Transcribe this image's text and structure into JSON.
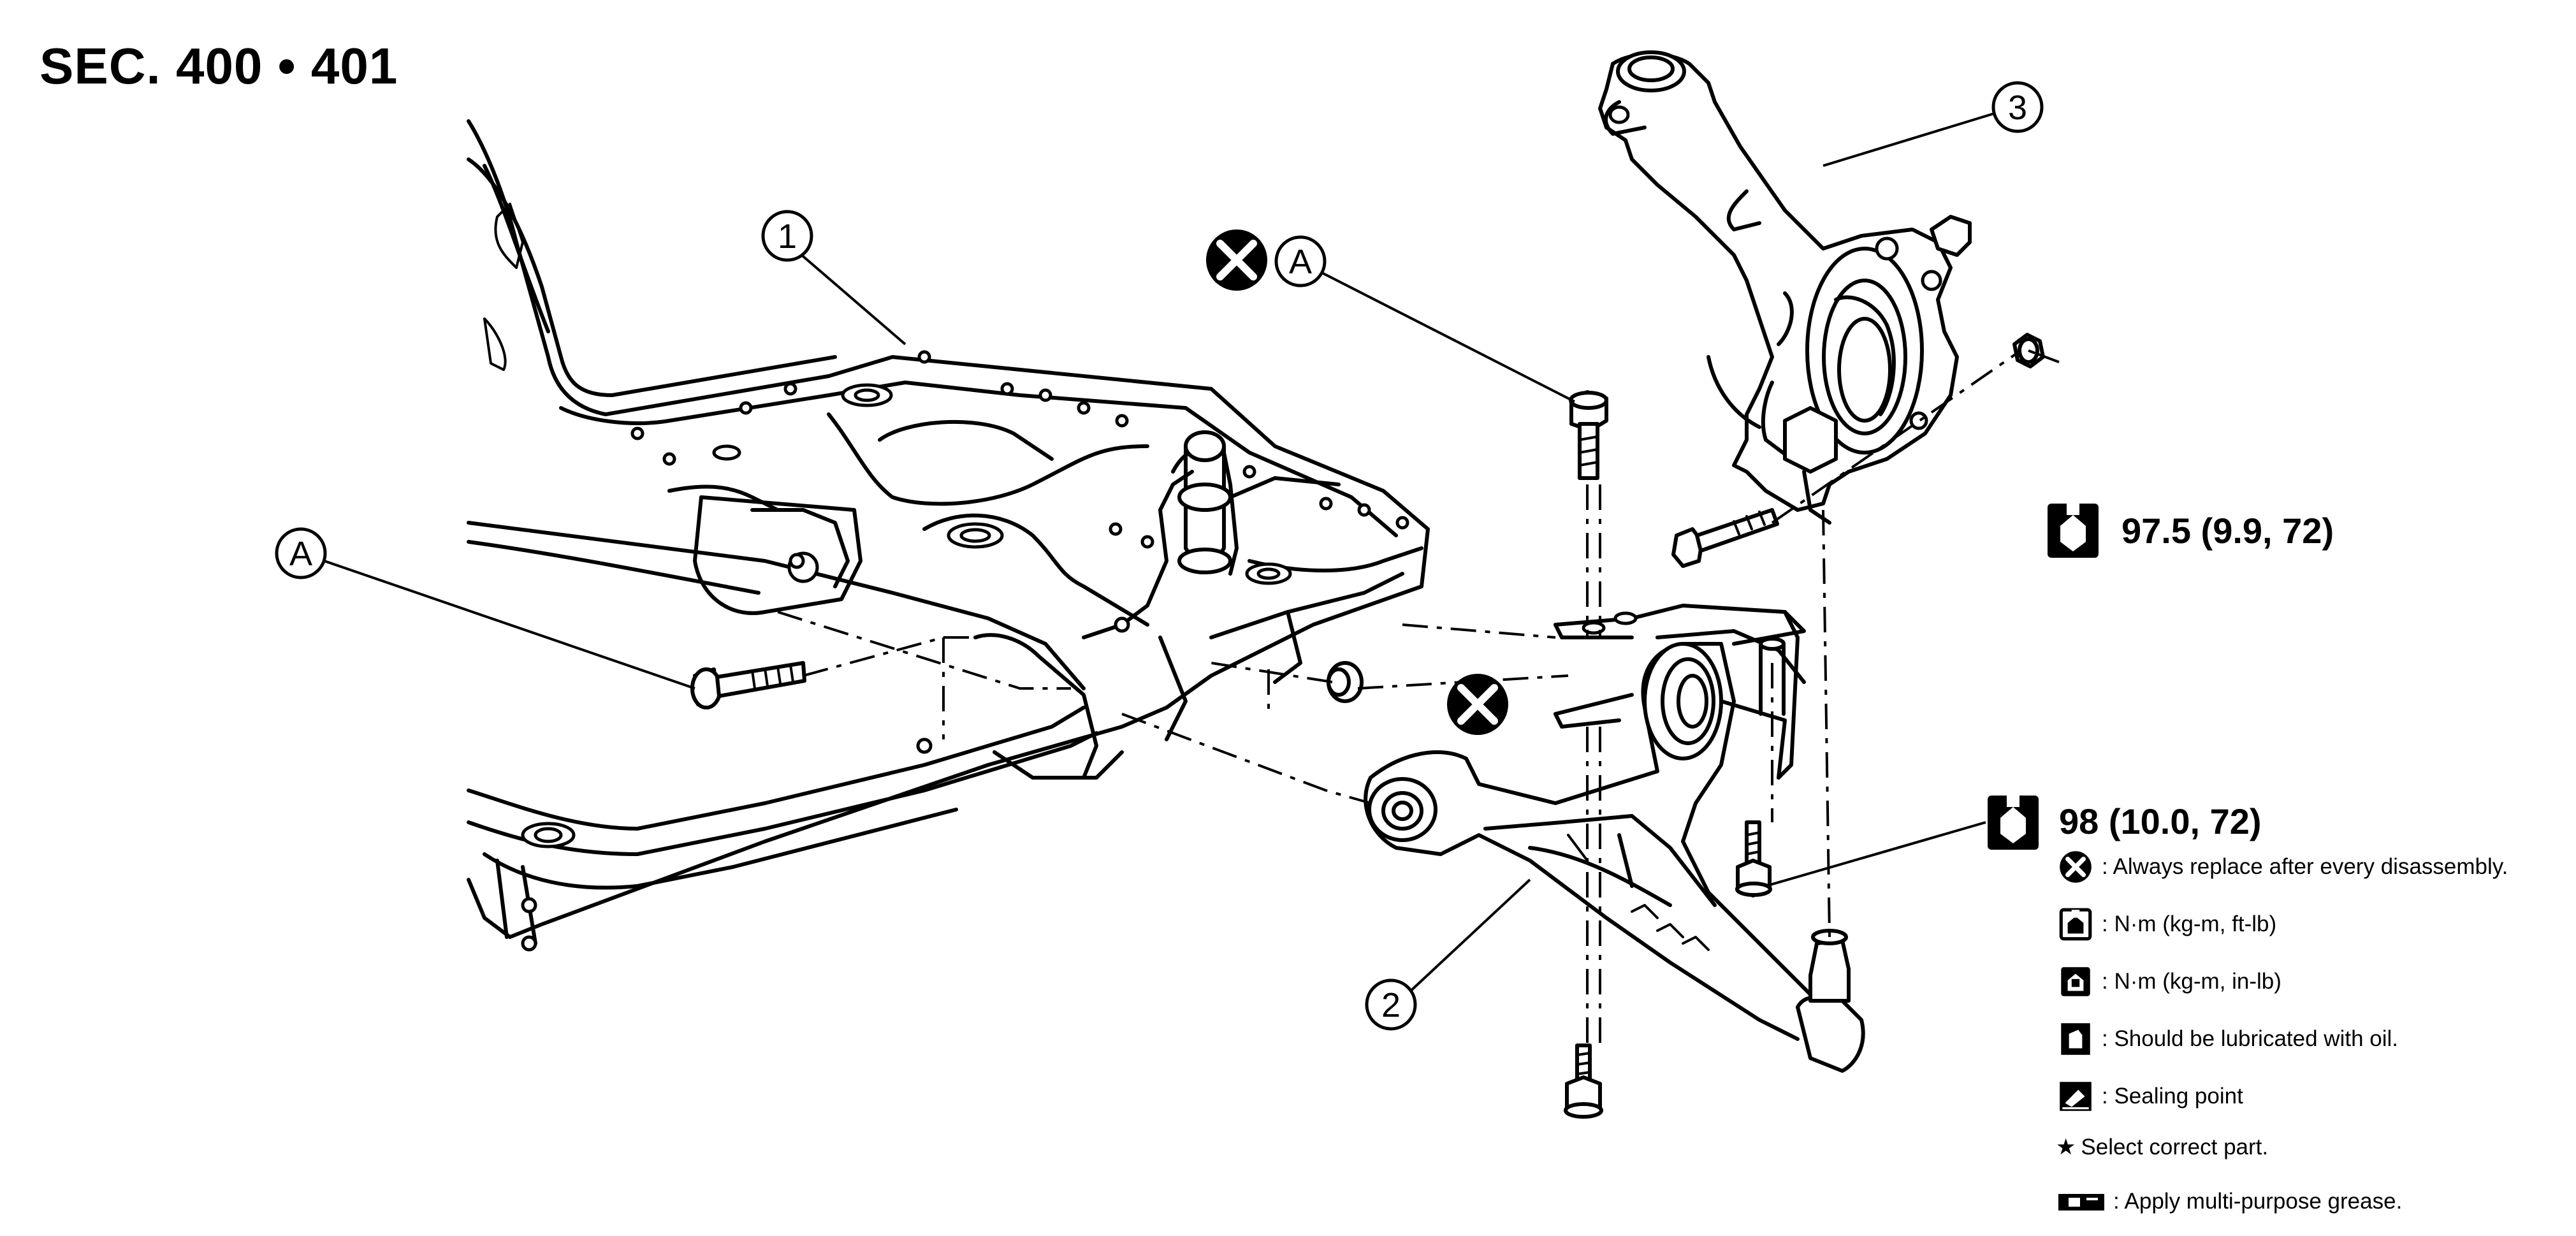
{
  "section_title": "SEC. 400 • 401",
  "callouts": {
    "c1": "1",
    "c2": "2",
    "c3": "3",
    "a_left": "A",
    "a_top": "A"
  },
  "torques": {
    "knuckle_nut": "97.5 (9.9, 72)",
    "bushing_bolt": "98 (10.0, 72)"
  },
  "legend": [
    {
      "icon": "always-replace-icon",
      "text": ": Always replace after every disassembly."
    },
    {
      "icon": "torque-nm-kgm-ftlb-icon",
      "text": ": N·m (kg-m, ft-lb)"
    },
    {
      "icon": "torque-nm-kgm-inlb-icon",
      "text": ": N·m (kg-m, in-lb)"
    },
    {
      "icon": "oil-can-icon",
      "text": ": Should be lubricated with oil."
    },
    {
      "icon": "sealing-point-icon",
      "text": ": Sealing point"
    },
    {
      "icon": "star-icon",
      "text": "Select correct part."
    },
    {
      "icon": "grease-icon",
      "text": ": Apply multi-purpose grease."
    }
  ],
  "star_glyph": "★"
}
